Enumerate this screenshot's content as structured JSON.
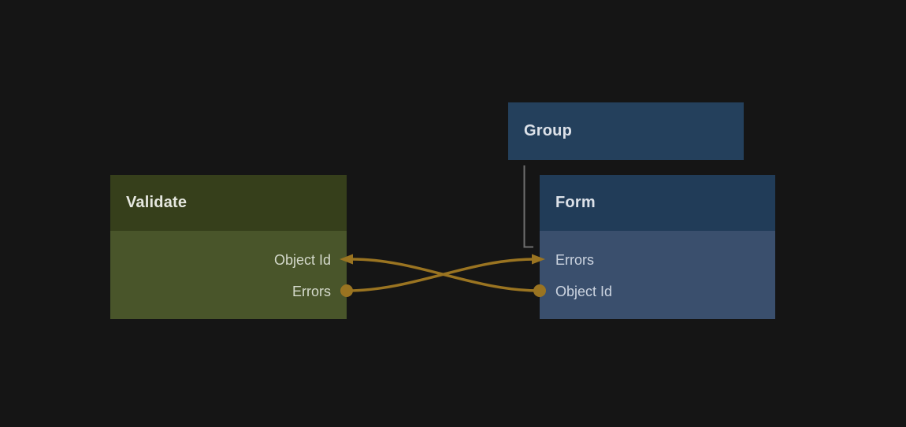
{
  "canvas": {
    "background_color": "#151515",
    "wire_color": "#9a7421",
    "hierarchy_line_color": "#6f6f6f"
  },
  "nodes": {
    "group": {
      "title": "Group",
      "fill": "#24405c"
    },
    "validate": {
      "title": "Validate",
      "header_fill": "#363f1b",
      "body_fill": "#49552a",
      "ports": [
        {
          "label": "Object Id",
          "direction": "input"
        },
        {
          "label": "Errors",
          "direction": "output"
        }
      ]
    },
    "form": {
      "title": "Form",
      "header_fill": "#213c58",
      "body_fill": "#3a4f6d",
      "ports": [
        {
          "label": "Errors",
          "direction": "input"
        },
        {
          "label": "Object Id",
          "direction": "output"
        }
      ]
    }
  },
  "edges": [
    {
      "from": "Validate.Errors",
      "to": "Form.Errors",
      "color": "#9a7421",
      "style": "curved-arrow"
    },
    {
      "from": "Form.Object Id",
      "to": "Validate.Object Id",
      "color": "#9a7421",
      "style": "curved-arrow"
    },
    {
      "from": "Group",
      "to": "Form",
      "color": "#6f6f6f",
      "style": "elbow"
    }
  ]
}
